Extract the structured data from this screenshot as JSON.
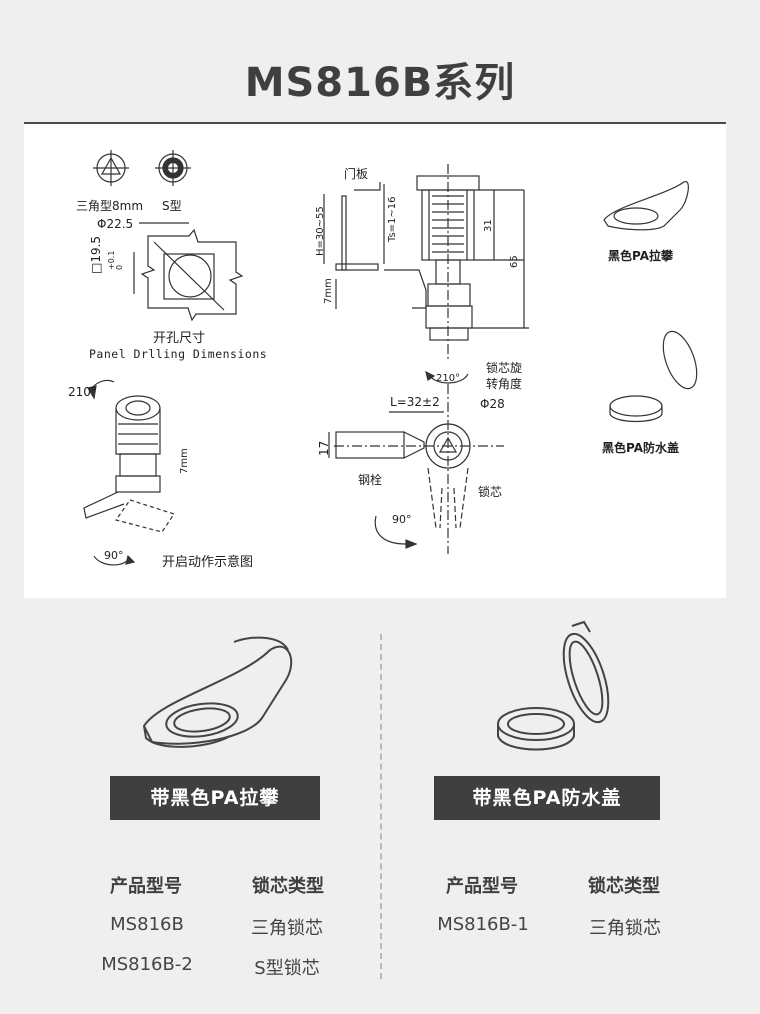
{
  "page": {
    "title": "MS816B系列"
  },
  "drawing": {
    "labels": {
      "triangle": "三角型8mm",
      "s_type": "S型",
      "phi225": "Φ22.5",
      "square": "□19.5",
      "tol_a": "0",
      "tol_b": "+0.1",
      "hole_cn": "开孔尺寸",
      "hole_en": "Panel Drlling Dimensions",
      "door": "门板",
      "ts": "Ts=1~16",
      "h": "H=30~55",
      "d31": "31",
      "d65": "65",
      "d7a": "7mm",
      "rot_angle": "锁芯旋",
      "rot_angle2": "转角度",
      "deg210a": "210°",
      "deg210b": "210°",
      "l32": "L=32±2",
      "phi28": "Φ28",
      "d17": "17",
      "steel_bolt": "钢栓",
      "core": "锁芯",
      "deg90a": "90°",
      "deg90b": "90°",
      "d7b": "7mm",
      "open_diagram": "开启动作示意图",
      "side_handle": "黑色PA拉攀",
      "side_cover": "黑色PA防水盖"
    }
  },
  "products": {
    "left": {
      "badge": "带黑色PA拉攀",
      "headers": [
        "产品型号",
        "锁芯类型"
      ],
      "rows": [
        [
          "MS816B",
          "三角锁芯"
        ],
        [
          "MS816B-2",
          "S型锁芯"
        ]
      ]
    },
    "right": {
      "badge": "带黑色PA防水盖",
      "headers": [
        "产品型号",
        "锁芯类型"
      ],
      "rows": [
        [
          "MS816B-1",
          "三角锁芯"
        ]
      ]
    }
  }
}
